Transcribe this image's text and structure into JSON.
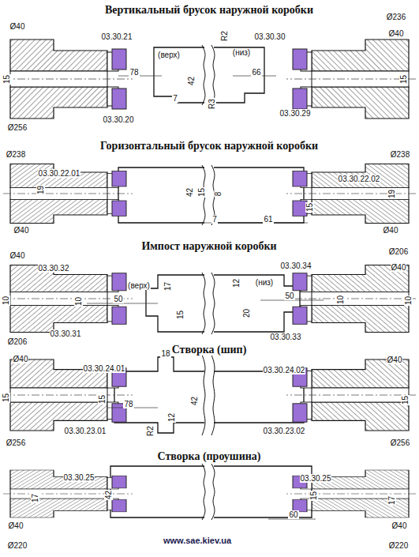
{
  "diagram": {
    "labels": [
      "Вертикальный брусок наружной коробки",
      "Ø40",
      "Ø236",
      "03.30.21",
      "R2",
      "03.30.30",
      "Ø40",
      "(верх)",
      "(низ)",
      "15",
      "78",
      "42",
      "66",
      "15",
      "7",
      "R3",
      "03.30.20",
      "03.30.29",
      "Ø256",
      "Горизонтальный брусок наружной коробки",
      "Ø238",
      "Ø238",
      "03.30.22.01",
      "03.30.22.02",
      "19",
      "42",
      "15",
      "8",
      "19",
      "15",
      "7",
      "61",
      "Ø40",
      "Ø40",
      "Импост наружной коробки",
      "Ø40",
      "Ø206",
      "03.30.32",
      "03.30.34",
      "Ø40",
      "(верх)",
      "17",
      "12",
      "(низ)",
      "10",
      "10",
      "50",
      "50",
      "10",
      "10",
      "15",
      "20",
      "03.30.31",
      "03.30.33",
      "Ø206",
      "Створка (шип)",
      "Ø40",
      "03.30.24.01",
      "18",
      "03.30.24.02",
      "Ø40",
      "15",
      "15",
      "78",
      "42",
      "12",
      "15",
      "R2",
      "03.30.23.01",
      "03.30.23.02",
      "Ø256",
      "Ø256",
      "Створка (проушина)",
      "03.30.25",
      "03.30.25",
      "42",
      "15",
      "17",
      "17",
      "60",
      "Ø40",
      "Ø40",
      "Ø220",
      "Ø220",
      "www.sae.kiev.ua"
    ]
  }
}
